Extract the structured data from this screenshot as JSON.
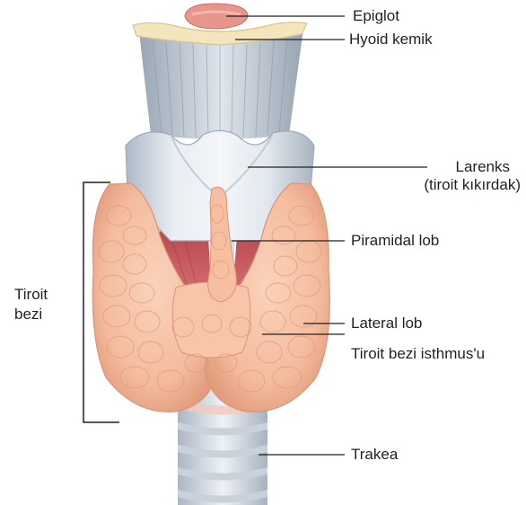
{
  "labels": {
    "epiglottis": "Epiglot",
    "hyoid": "Hyoid kemik",
    "larynx_line1": "Larenks",
    "larynx_line2": "(tiroit kıkırdak)",
    "pyramidal": "Piramidal lob",
    "lateral": "Lateral lob",
    "isthmus": "Tiroit bezi isthmus'u",
    "trachea": "Trakea",
    "thyroid_line1": "Tiroit",
    "thyroid_line2": "bezi"
  },
  "colors": {
    "thyroid": "#f6c2a4",
    "thyroid_shadow": "#e6a184",
    "cartilage": "#e4eaf0",
    "cartilage_shadow": "#b9c4cf",
    "muscle": "#c8555a",
    "epiglottis": "#e7968e",
    "hyoid": "#f1e5bf",
    "leader_line": "#231f20"
  }
}
